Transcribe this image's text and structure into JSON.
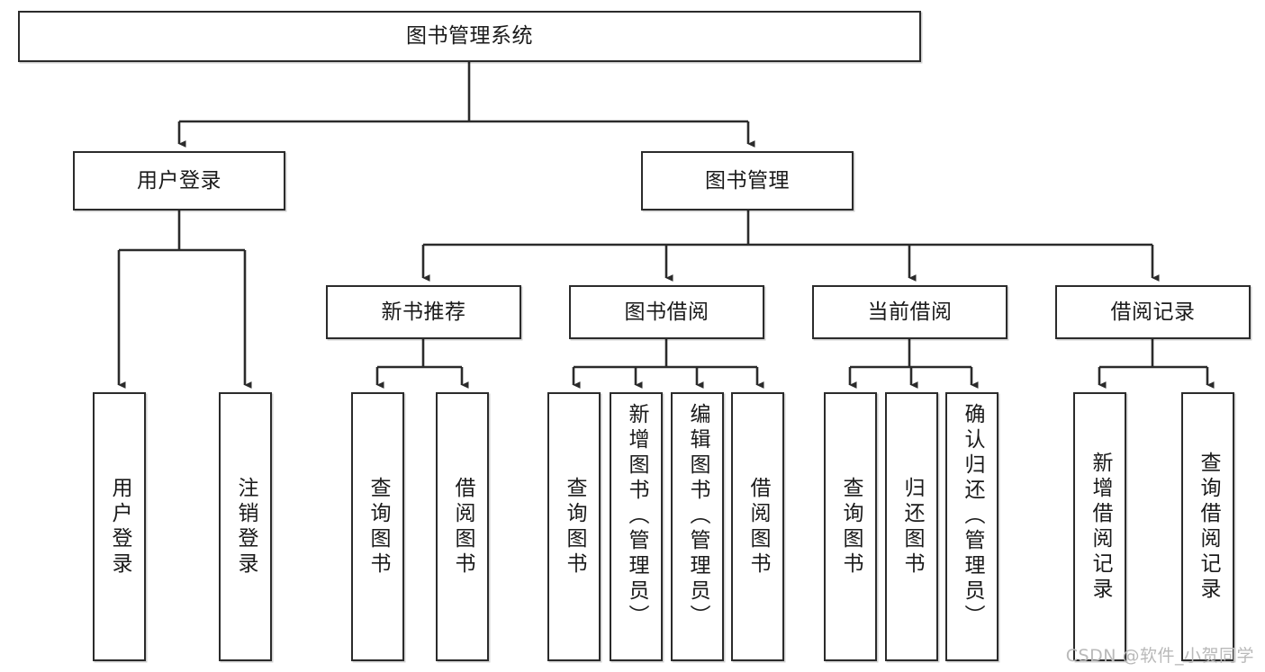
{
  "diagram": {
    "title": "图书管理系统",
    "type": "tree-hierarchy-diagram",
    "watermark": "CSDN @软件_小贺同学",
    "colors": {
      "box_border": "#2b2b2b",
      "box_fill": "#ffffff",
      "connector": "#2b2b2b",
      "text": "#1a1a1a",
      "watermark": "#b9b9b9"
    },
    "nodes": {
      "root": {
        "label": "图书管理系统"
      },
      "level2": [
        {
          "id": "user-login",
          "label": "用户登录"
        },
        {
          "id": "book-manage",
          "label": "图书管理"
        }
      ],
      "level3": [
        {
          "id": "new-book-recommend",
          "label": "新书推荐"
        },
        {
          "id": "book-borrow",
          "label": "图书借阅"
        },
        {
          "id": "current-borrow",
          "label": "当前借阅"
        },
        {
          "id": "borrow-record",
          "label": "借阅记录"
        }
      ],
      "leaves": {
        "user_login": [
          {
            "id": "leaf-user-login",
            "label": "用户登录"
          },
          {
            "id": "leaf-logout-login",
            "label": "注销登录"
          }
        ],
        "new_book_recommend": [
          {
            "id": "leaf-query-book-1",
            "label": "查询图书"
          },
          {
            "id": "leaf-borrow-book-1",
            "label": "借阅图书"
          }
        ],
        "book_borrow": [
          {
            "id": "leaf-query-book-2",
            "label": "查询图书"
          },
          {
            "id": "leaf-add-book-admin",
            "label": "新增图书（管理员）"
          },
          {
            "id": "leaf-edit-book-admin",
            "label": "编辑图书（管理员）"
          },
          {
            "id": "leaf-borrow-book-2",
            "label": "借阅图书"
          }
        ],
        "current_borrow": [
          {
            "id": "leaf-query-book-3",
            "label": "查询图书"
          },
          {
            "id": "leaf-return-book",
            "label": "归还图书"
          },
          {
            "id": "leaf-confirm-return-admin",
            "label": "确认归还（管理员）"
          }
        ],
        "borrow_record": [
          {
            "id": "leaf-add-borrow-record",
            "label": "新增借阅记录"
          },
          {
            "id": "leaf-query-borrow-record",
            "label": "查询借阅记录"
          }
        ]
      }
    }
  }
}
